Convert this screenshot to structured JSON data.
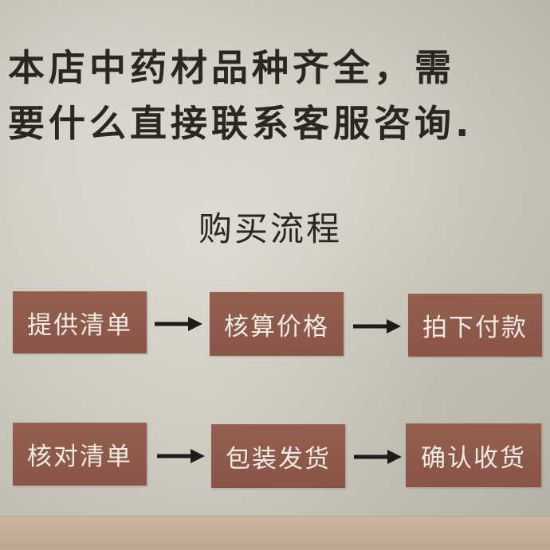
{
  "headline": {
    "line1": "本店中药材品种齐全，需",
    "line2": "要什么直接联系客服咨询."
  },
  "section_title": "购买流程",
  "flow": {
    "row1": [
      "提供清单",
      "核算价格",
      "拍下付款"
    ],
    "row2": [
      "核对清单",
      "包装发货",
      "确认收货"
    ]
  },
  "colors": {
    "step_box": "#8d574d",
    "step_text": "#f3ece6",
    "text": "#2a2622",
    "background": "#cfccc1",
    "arrow": "#1e1b19"
  },
  "icons": {
    "arrow": "right-arrow-icon"
  }
}
